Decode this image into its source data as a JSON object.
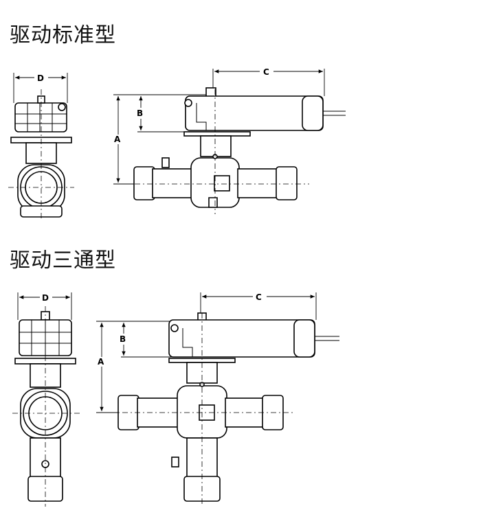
{
  "titles": {
    "standard": "驱动标准型",
    "three_way": "驱动三通型"
  },
  "dimensions": {
    "a": "A",
    "b": "B",
    "c": "C",
    "d": "D"
  }
}
